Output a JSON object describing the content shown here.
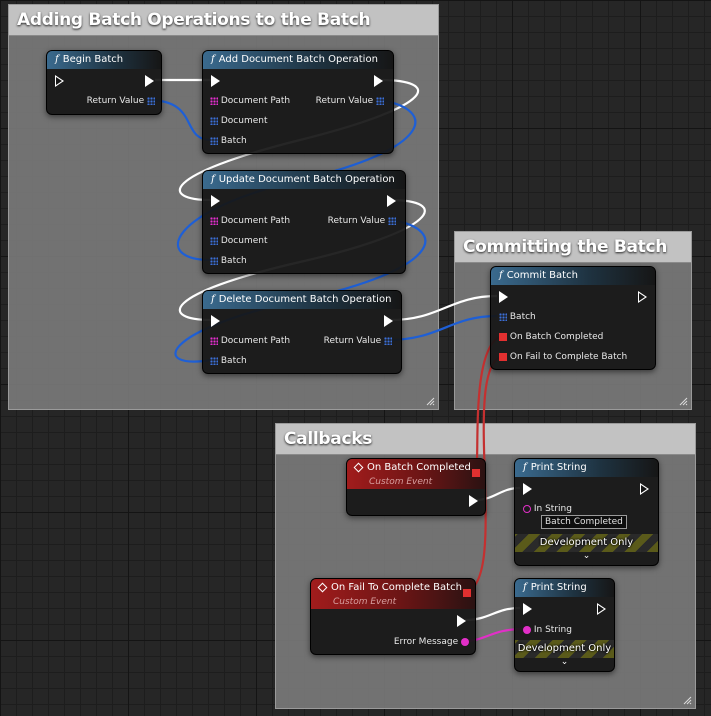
{
  "comments": {
    "adding": "Adding Batch Operations to the Batch",
    "committing": "Committing the Batch",
    "callbacks": "Callbacks"
  },
  "begin_batch": {
    "title": "Begin Batch",
    "return_value": "Return Value"
  },
  "add_doc": {
    "title": "Add Document Batch Operation",
    "doc_path": "Document Path",
    "return_value": "Return Value",
    "document": "Document",
    "batch": "Batch"
  },
  "update_doc": {
    "title": "Update Document Batch Operation",
    "doc_path": "Document Path",
    "return_value": "Return Value",
    "document": "Document",
    "batch": "Batch"
  },
  "delete_doc": {
    "title": "Delete Document Batch Operation",
    "doc_path": "Document Path",
    "return_value": "Return Value",
    "batch": "Batch"
  },
  "commit": {
    "title": "Commit Batch",
    "batch": "Batch",
    "on_completed": "On Batch Completed",
    "on_fail": "On Fail to Complete Batch"
  },
  "event_completed": {
    "title": "On Batch Completed",
    "subtitle": "Custom Event"
  },
  "event_fail": {
    "title": "On Fail To Complete Batch",
    "subtitle": "Custom Event",
    "error_message": "Error Message"
  },
  "print1": {
    "title": "Print String",
    "in_string": "In String",
    "value": "Batch Completed",
    "dev_only": "Development Only",
    "chevron": "⌄"
  },
  "print2": {
    "title": "Print String",
    "in_string": "In String",
    "dev_only": "Development Only",
    "chevron": "⌄"
  },
  "function_glyph": "f",
  "colors": {
    "exec_wire": "#ffffff",
    "object_wire": "#1e5fd6",
    "delegate_wire": "#c43030",
    "string_wire": "#e22fc8",
    "event_header": "#a11c1c",
    "function_header": "#3a6a8e"
  }
}
